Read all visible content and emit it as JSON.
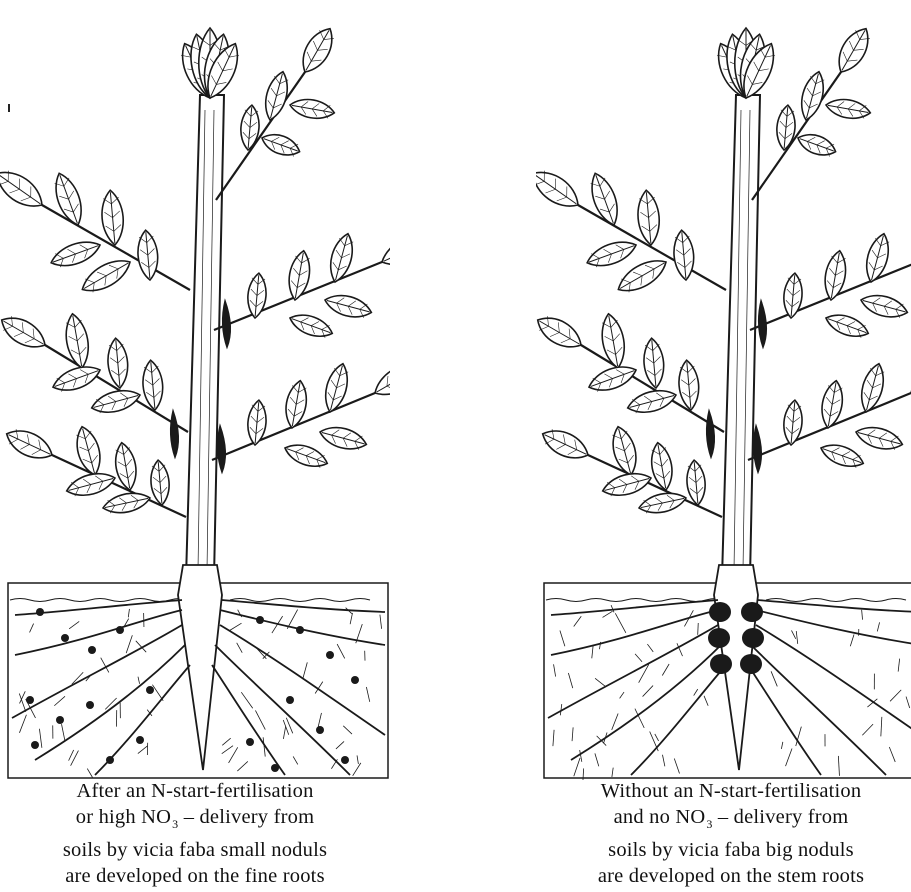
{
  "left": {
    "caption": {
      "line1": "After an N-start-fertilisation",
      "line2_pre": "or high NO",
      "line2_sub": "3",
      "line2_post": " – delivery from",
      "line3": "soils by vicia faba small noduls",
      "line4": "are developed on the fine roots"
    }
  },
  "right": {
    "caption": {
      "line1": "Without an N-start-fertilisation",
      "line2_pre": "and no NO",
      "line2_sub": "3",
      "line2_post": " – delivery from",
      "line3": "soils by vicia faba big noduls",
      "line4": "are developed on the stem roots"
    }
  },
  "colors": {
    "ink": "#1a1a1a",
    "background": "#ffffff"
  },
  "nodule_placement": {
    "left": "fine-roots",
    "right": "stem-roots"
  }
}
